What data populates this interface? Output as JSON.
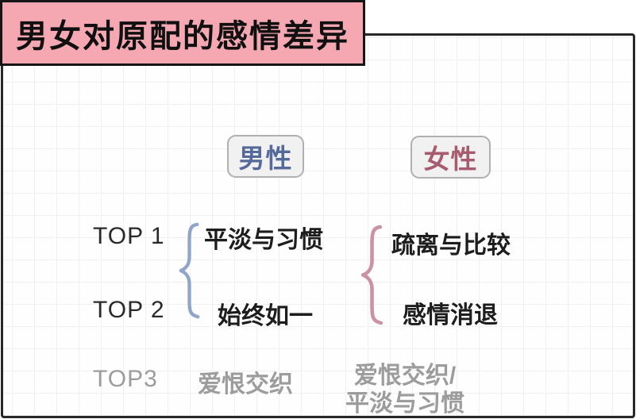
{
  "title": "男女对原配的感情差异",
  "columns": {
    "male": "男性",
    "female": "女性"
  },
  "rows": [
    {
      "rank": "TOP 1",
      "male": "平淡与习惯",
      "female": "疏离与比较"
    },
    {
      "rank": "TOP 2",
      "male": "始终如一",
      "female": "感情消退"
    },
    {
      "rank": "TOP3",
      "male": "爱恨交织",
      "female": "爱恨交织/\n平淡与习惯"
    }
  ],
  "icons": {
    "male_brace": "curly-brace-icon",
    "female_brace": "curly-brace-icon"
  },
  "colors": {
    "title_bg": "#F5A8B1",
    "title_border": "#161616",
    "card_border": "#282828",
    "grid_line": "#F0F0F0",
    "chip_bg": "#F1F1F2",
    "chip_border": "#B0B0B0",
    "male_accent": "#56699B",
    "female_accent": "#A75B6E",
    "male_brace": "#91A5C9",
    "female_brace": "#CA92A6",
    "dark_text": "#1D1D1D",
    "muted_text": "#9C9C9C"
  }
}
